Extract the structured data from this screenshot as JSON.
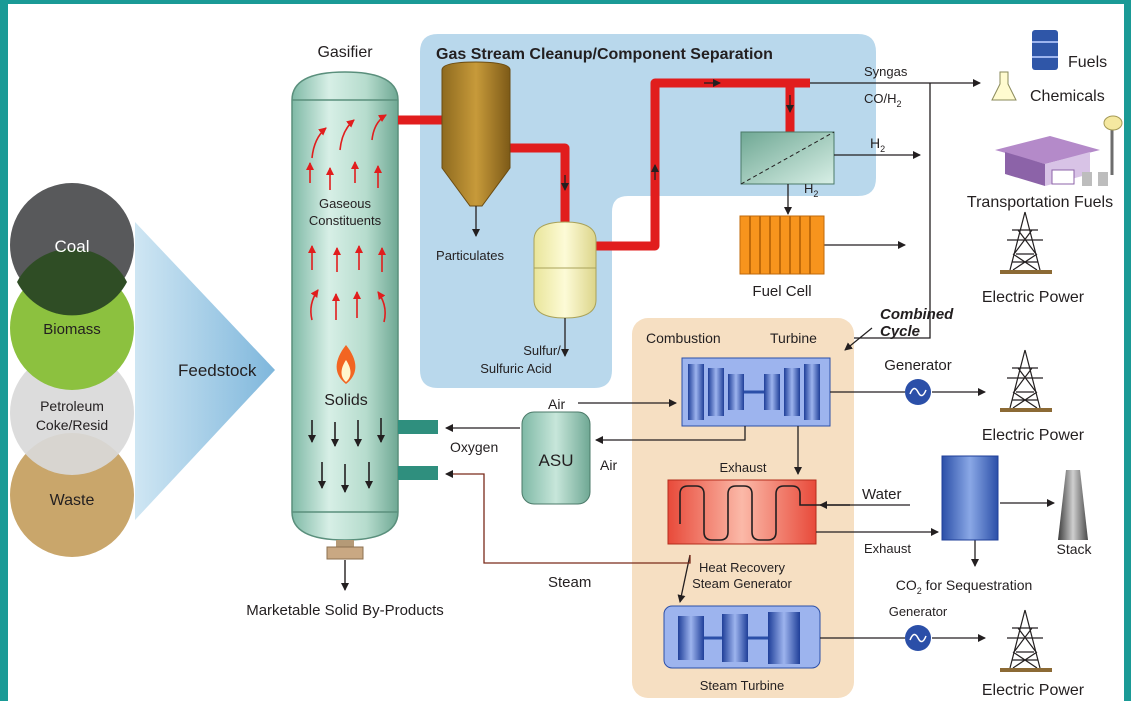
{
  "gasifier": {
    "title": "Gasifier",
    "gas_line1": "Gaseous",
    "gas_line2": "Constituents",
    "solids": "Solids"
  },
  "feedstock": {
    "label": "Feedstock",
    "coal": "Coal",
    "biomass": "Biomass",
    "petroleum_line1": "Petroleum",
    "petroleum_line2": "Coke/Resid",
    "waste": "Waste"
  },
  "cleanup": {
    "title": "Gas Stream Cleanup/Component Separation",
    "particulates": "Particulates",
    "sulfur_line1": "Sulfur/",
    "sulfur_line2": "Sulfuric Acid",
    "h2_base": "H",
    "h2_sub": "2"
  },
  "outputs": {
    "syngas": "Syngas",
    "co_h2_base": "CO/H",
    "co_h2_sub": "2",
    "h2_base": "H",
    "h2_sub": "2",
    "fuels": "Fuels",
    "chemicals": "Chemicals",
    "transportation_fuels": "Transportation Fuels",
    "electric_power_1": "Electric Power",
    "electric_power_2": "Electric Power",
    "electric_power_3": "Electric Power",
    "fuel_cell": "Fuel Cell"
  },
  "combined_cycle": {
    "label_line1": "Combined",
    "label_line2": "Cycle",
    "combustion": "Combustion",
    "turbine": "Turbine",
    "generator_1": "Generator",
    "generator_2": "Generator",
    "air_in": "Air",
    "air_out": "Air",
    "oxygen": "Oxygen",
    "asu": "ASU",
    "exhaust_1": "Exhaust",
    "exhaust_2": "Exhaust",
    "water": "Water",
    "hrsg_line1": "Heat Recovery",
    "hrsg_line2": "Steam Generator",
    "steam": "Steam",
    "steam_turbine": "Steam Turbine",
    "stack": "Stack",
    "co2_base": "CO",
    "co2_sub": "2",
    "co2_rest": " for Sequestration"
  },
  "byproducts": "Marketable Solid By-Products",
  "colors": {
    "frame": "#1a9a96",
    "syngas_pipe": "#e11d1d",
    "cleanup_bg": "#b9d8ec",
    "combined_bg": "#f6dfc2"
  }
}
